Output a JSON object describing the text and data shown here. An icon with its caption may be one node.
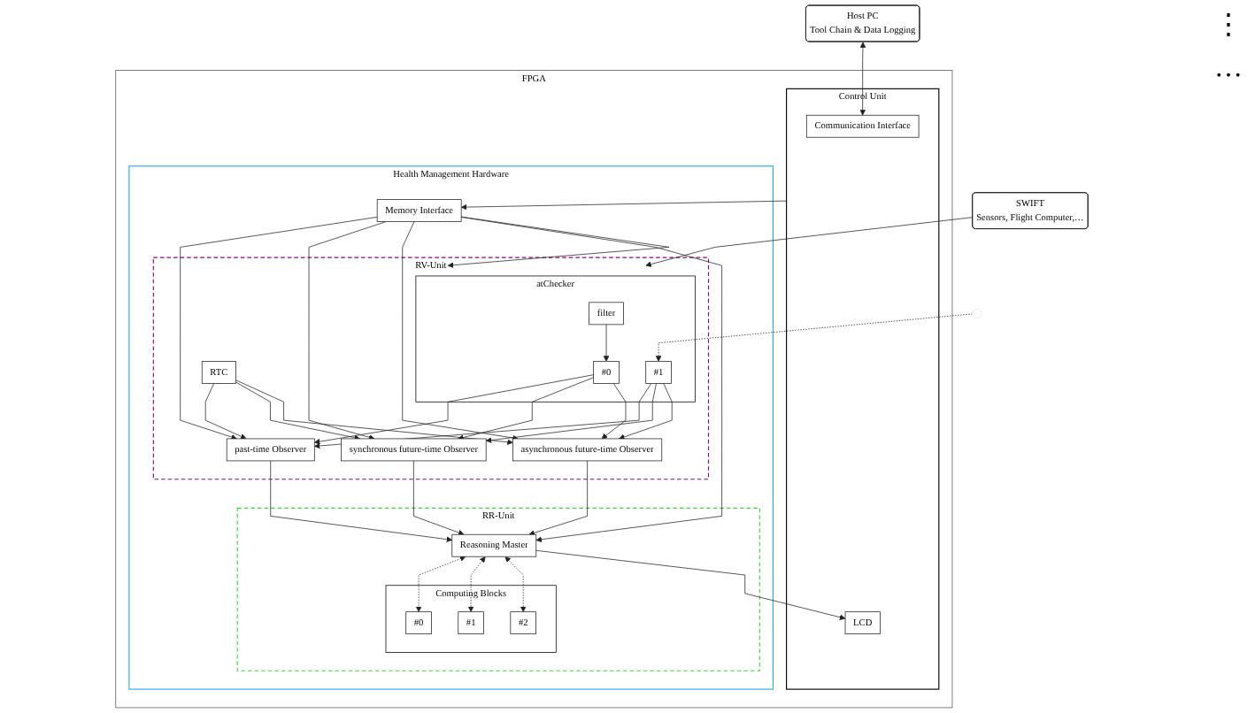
{
  "diagram": {
    "nodes": [
      {
        "text": [
          "Host PC",
          "Tool Chain & Data Logging"
        ]
      },
      {
        "text": [
          "SWIFT",
          "Sensors, Flight Computer,…"
        ]
      },
      {
        "text": [
          "FPGA"
        ]
      },
      {
        "text": [
          "Control Unit"
        ],
        "in": 2
      },
      {
        "text": [
          "Communication Interface"
        ],
        "in": 3
      },
      {
        "text": [
          "LCD"
        ],
        "in": 3
      },
      {
        "text": [
          "Health Management Hardware"
        ],
        "in": 2
      },
      {
        "text": [
          "Memory Interface"
        ],
        "in": 6
      },
      {
        "text": [
          "RV-Unit"
        ],
        "in": 6
      },
      {
        "text": [
          "past-time Observer"
        ],
        "in": 8
      },
      {
        "text": [
          "synchronous future-time Observer"
        ],
        "in": 8
      },
      {
        "text": [
          "asynchronous future-time Observer"
        ],
        "in": 8
      },
      {
        "text": [
          "atChecker"
        ],
        "in": 8
      },
      {
        "text": [
          "filter"
        ],
        "in": 12
      },
      {
        "text": [
          "#0"
        ],
        "in": 12
      },
      {
        "text": [
          "#1"
        ],
        "in": 12
      },
      {
        "text": [
          "RTC"
        ],
        "in": 8
      },
      {
        "text": [
          "RR-Unit"
        ],
        "in": 6
      },
      {
        "text": [
          "Reasoning Master"
        ],
        "in": 17
      },
      {
        "text": [
          "Computing Blocks"
        ],
        "in": 17
      },
      {
        "text": [
          "#0"
        ],
        "in": 19
      },
      {
        "text": [
          "#1"
        ],
        "in": 19
      },
      {
        "text": [
          "#2"
        ],
        "in": 19
      }
    ],
    "edges": [
      {
        "from": 0,
        "to": 4,
        "arrow": "both"
      },
      {
        "from": 1,
        "to": 12,
        "arrow": "to"
      },
      {
        "from": 3,
        "to": 7,
        "arrow": "to"
      },
      {
        "from": 7,
        "to": 9,
        "arrow": "to"
      },
      {
        "from": 7,
        "to": 10,
        "arrow": "to"
      },
      {
        "from": 7,
        "to": 11,
        "arrow": "to"
      },
      {
        "from": 7,
        "to": 12,
        "arrow": "to"
      },
      {
        "from": 7,
        "to": 18,
        "arrow": "to"
      },
      {
        "from": 9,
        "to": 18,
        "arrow": "to"
      },
      {
        "from": 10,
        "to": 18,
        "arrow": "to"
      },
      {
        "from": 11,
        "to": 18,
        "arrow": "to"
      },
      {
        "from": 13,
        "to": 14,
        "arrow": "to"
      },
      {
        "from": null,
        "to": 15,
        "arrow": "to",
        "style": "dashed"
      },
      {
        "from": 14,
        "to": 9,
        "arrow": "to"
      },
      {
        "from": 14,
        "to": 10,
        "arrow": "to"
      },
      {
        "from": 14,
        "to": 11,
        "arrow": "to"
      },
      {
        "from": 15,
        "to": 9,
        "arrow": "to"
      },
      {
        "from": 15,
        "to": 10,
        "arrow": "to"
      },
      {
        "from": 15,
        "to": 11,
        "arrow": "to"
      },
      {
        "from": 16,
        "to": 9,
        "arrow": "to"
      },
      {
        "from": 16,
        "to": 10,
        "arrow": "to"
      },
      {
        "from": 16,
        "to": 11,
        "arrow": "to"
      },
      {
        "from": 18,
        "to": 20,
        "arrow": "both",
        "style": "dashed"
      },
      {
        "from": 18,
        "to": 21,
        "arrow": "both",
        "style": "dashed"
      },
      {
        "from": 18,
        "to": 22,
        "arrow": "both",
        "style": "dashed"
      },
      {
        "from": 18,
        "to": 5,
        "arrow": "to"
      }
    ],
    "labels": [
      "⋮",
      "…"
    ]
  }
}
